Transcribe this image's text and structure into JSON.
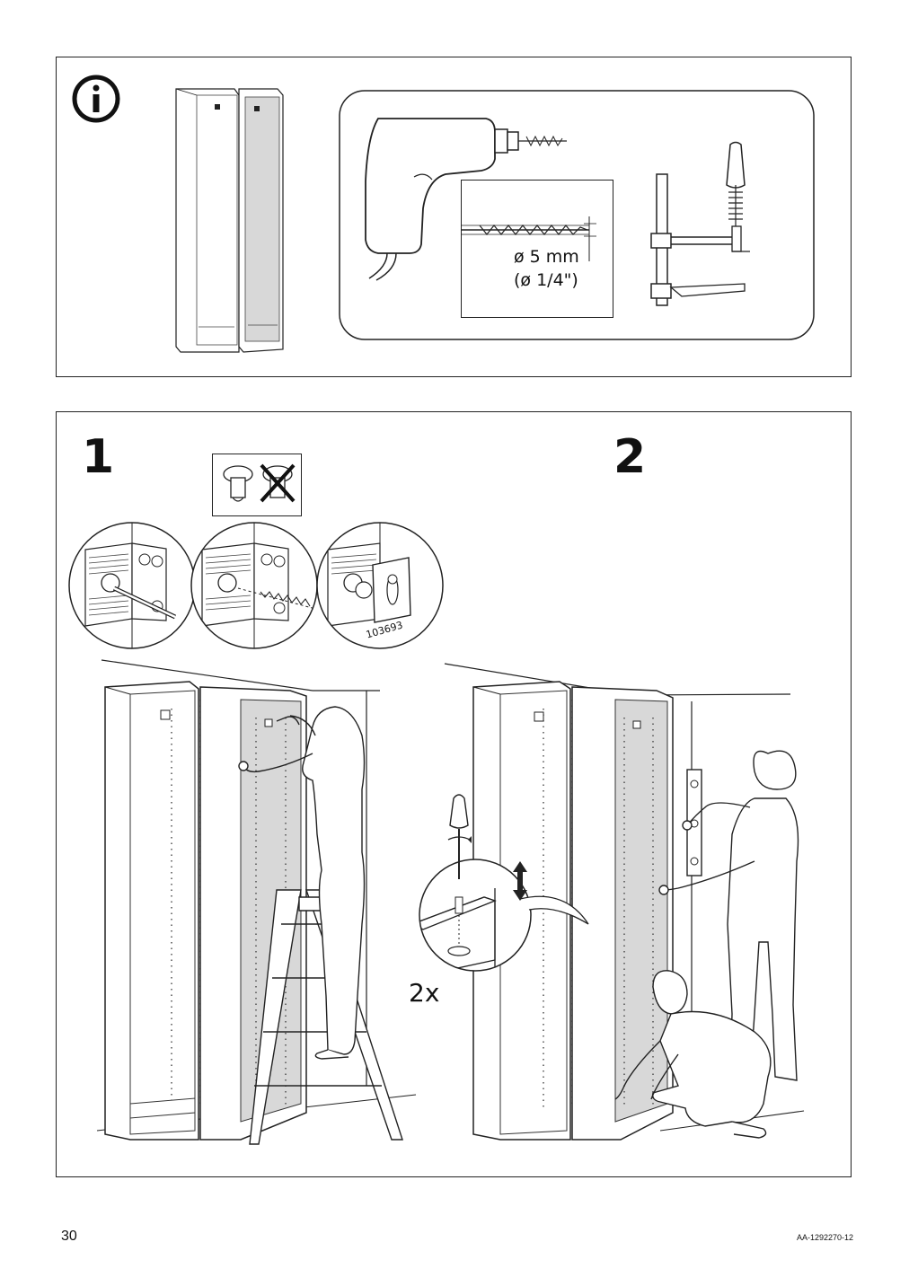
{
  "info_panel": {
    "info_icon": "info-circle-icon",
    "drill_size_mm": "ø 5 mm",
    "drill_size_in": "(ø 1/4\")"
  },
  "steps_panel": {
    "step1_number": "1",
    "step2_number": "2",
    "part_number": "103693",
    "screw_count": "2x"
  },
  "footer": {
    "page_number": "30",
    "document_id": "AA-1292270-12"
  }
}
